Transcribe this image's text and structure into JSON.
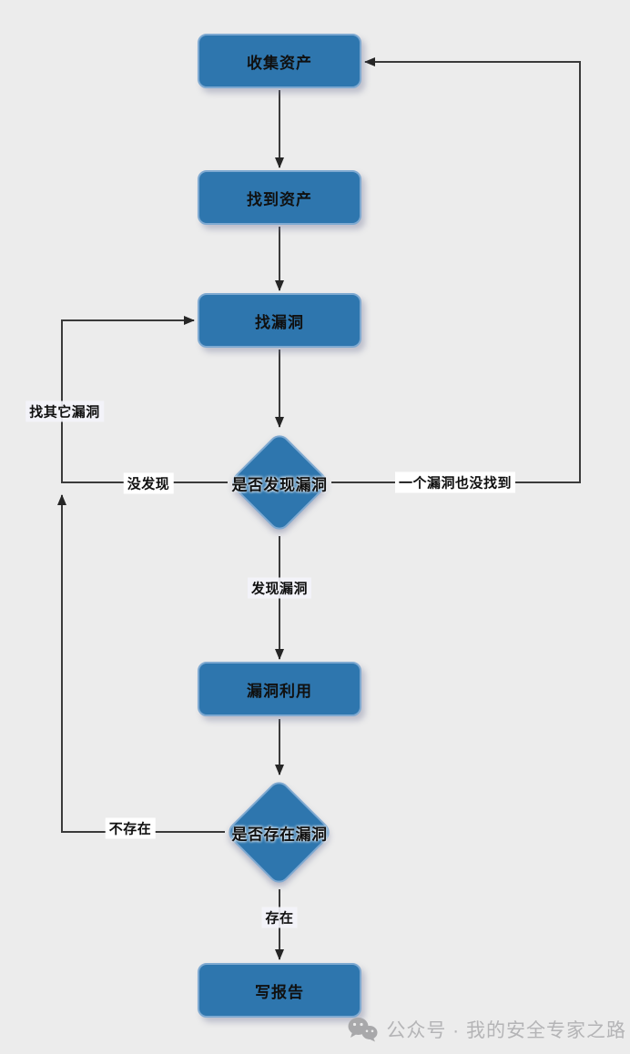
{
  "diagram": {
    "type": "flowchart",
    "colors": {
      "background": "#ececec",
      "node_fill": "#2e76ae",
      "node_border": "#7ea9d1",
      "connector": "#3a3a3a",
      "text": "#101010",
      "watermark": "#b4b4b6"
    },
    "nodes": {
      "collect_assets": "收集资产",
      "found_assets": "找到资产",
      "find_vulns": "找漏洞",
      "decision_found_vuln": "是否发现漏洞",
      "exploit_vuln": "漏洞利用",
      "decision_vuln_exists": "是否存在漏洞",
      "write_report": "写报告"
    },
    "edge_labels": {
      "not_found": "没发现",
      "no_vuln_found_at_all": "一个漏洞也没找到",
      "find_other_vulns": "找其它漏洞",
      "vuln_found": "发现漏洞",
      "not_exists": "不存在",
      "exists": "存在"
    },
    "edges": [
      {
        "from": "collect_assets",
        "to": "found_assets"
      },
      {
        "from": "found_assets",
        "to": "find_vulns"
      },
      {
        "from": "find_vulns",
        "to": "decision_found_vuln"
      },
      {
        "from": "decision_found_vuln",
        "to": "exploit_vuln",
        "label": "发现漏洞"
      },
      {
        "from": "decision_found_vuln",
        "to": "find_vulns",
        "label": "没发现 / 找其它漏洞"
      },
      {
        "from": "decision_found_vuln",
        "to": "collect_assets",
        "label": "一个漏洞也没找到"
      },
      {
        "from": "exploit_vuln",
        "to": "decision_vuln_exists"
      },
      {
        "from": "decision_vuln_exists",
        "to": "write_report",
        "label": "存在"
      },
      {
        "from": "decision_vuln_exists",
        "to": "find_vulns",
        "label": "不存在 / 找其它漏洞"
      }
    ]
  },
  "watermark": {
    "icon": "wechat-icon",
    "text": "公众号 · 我的安全专家之路"
  }
}
